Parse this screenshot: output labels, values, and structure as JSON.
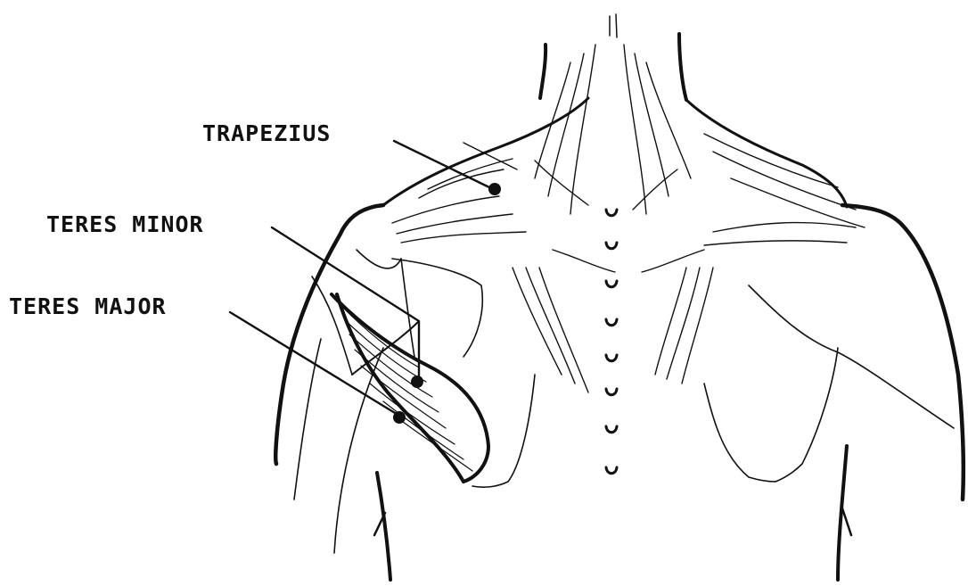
{
  "labels": {
    "trapezius": "TRAPEZIUS",
    "teres_minor": "TERES MINOR",
    "teres_major": "TERES MAJOR"
  },
  "colors": {
    "ink": "#111111",
    "background": "#ffffff"
  }
}
